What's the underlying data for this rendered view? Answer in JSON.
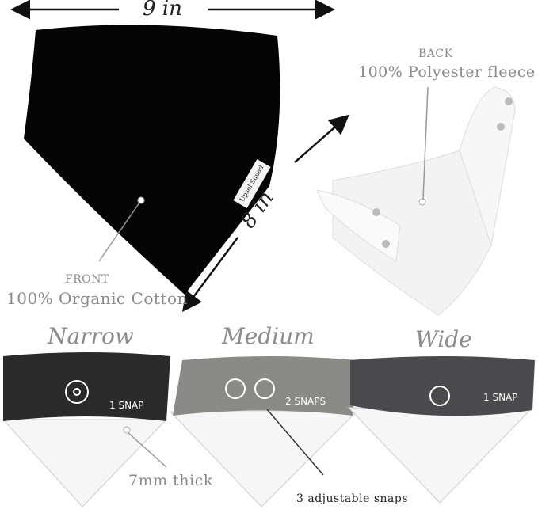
{
  "dimensions": {
    "width": "9 in",
    "height": "8 in"
  },
  "front": {
    "title": "FRONT",
    "material": "100% Organic Cotton",
    "brand_label": "Upsel Squad"
  },
  "back": {
    "title": "BACK",
    "material": "100% Polyester fleece"
  },
  "sizes": [
    {
      "name": "Narrow",
      "snaps": "1 SNAP",
      "color": "#2a2a2a"
    },
    {
      "name": "Medium",
      "snaps": "2 SNAPS",
      "color": "#8a8a87"
    },
    {
      "name": "Wide",
      "snaps": "1 SNAP",
      "color": "#4a4a4c"
    }
  ],
  "callouts": {
    "thickness": "7mm thick",
    "adjustable": "3 adjustable snaps"
  }
}
